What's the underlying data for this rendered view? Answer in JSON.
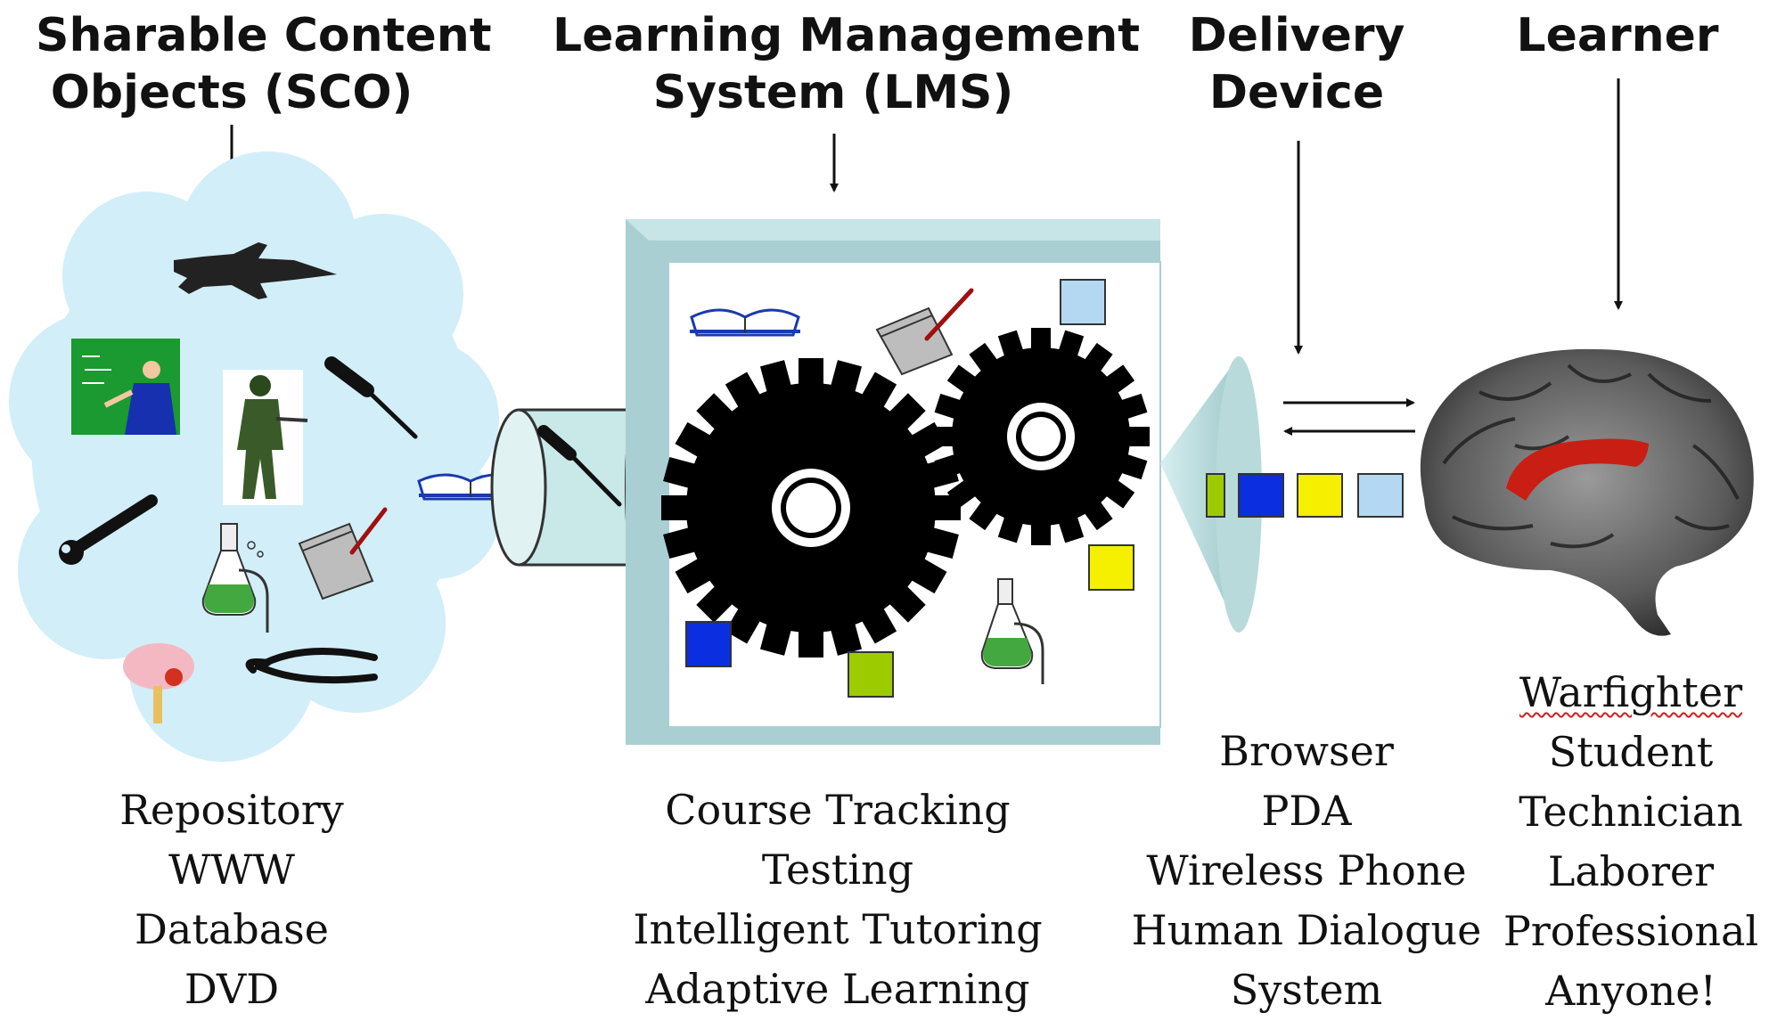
{
  "headers": {
    "sco": [
      "Sharable Content",
      "Objects (SCO)"
    ],
    "lms": [
      "Learning Management",
      "System (LMS)"
    ],
    "delivery": [
      "Delivery",
      "Device"
    ],
    "learner": [
      "Learner"
    ]
  },
  "lists": {
    "sco": [
      "Repository",
      "WWW",
      "Database",
      "DVD"
    ],
    "lms": [
      "Course Tracking",
      "Testing",
      "Intelligent Tutoring",
      "Adaptive Learning"
    ],
    "delivery": [
      "Browser",
      "PDA",
      "Wireless Phone",
      "Human Dialogue",
      "System"
    ],
    "learner": [
      "Warfighter",
      "Student",
      "Technician",
      "Laborer",
      "Professional",
      "Anyone!"
    ]
  },
  "colors": {
    "cloud": "#d2eef8",
    "box_frame": "#a9cfd2",
    "gear": "#000000",
    "blue_block": "#0b2fe0",
    "yellow_block": "#f4f000",
    "green_block": "#9ccc00",
    "light_blue_block": "#b4d8f2",
    "brain_highlight": "#c81e14"
  },
  "icons": [
    "fighter-jet-icon",
    "teacher-icon",
    "soldier-icon",
    "screwdriver-icon",
    "wrench-icon",
    "flask-icon",
    "notepad-icon",
    "brain-icon",
    "pliers-icon",
    "book-icon",
    "brain-side-icon"
  ]
}
